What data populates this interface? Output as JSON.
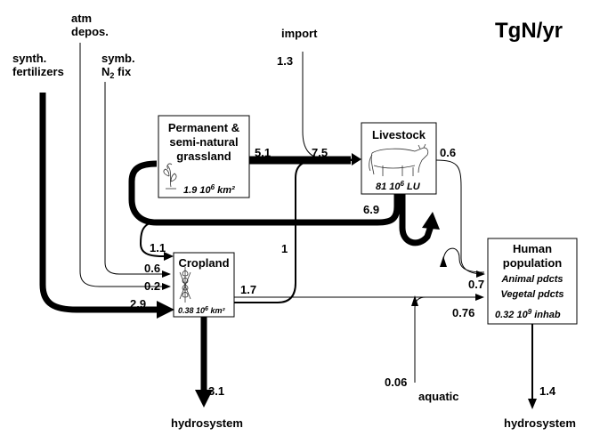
{
  "title_unit": "TgN/yr",
  "inputs": {
    "atm_line1": "atm",
    "atm_line2": "depos.",
    "synth_line1": "synth.",
    "synth_line2": "fertilizers",
    "symb_line1": "symb.",
    "symb_line2": "N",
    "symb_sub": "2",
    "symb_line2_tail": " fix",
    "import": "import"
  },
  "boxes": {
    "grassland": {
      "line1": "Permanent &",
      "line2": "semi-natural",
      "line3": "grassland",
      "area_value": "1.9 10",
      "area_exp": "6",
      "area_unit": " km²"
    },
    "livestock": {
      "title": "Livestock",
      "size_value": "81 10",
      "size_exp": "6",
      "size_unit": " LU"
    },
    "cropland": {
      "title": "Cropland",
      "area_value": "0.38 10",
      "area_exp": "6",
      "area_unit": " km²"
    },
    "human": {
      "line1": "Human",
      "line2": "population",
      "line3": "Animal pdcts",
      "line4": "Vegetal pdcts",
      "pop_value": "0.32 10",
      "pop_exp": "9",
      "pop_unit": " inhab"
    }
  },
  "flows": {
    "import": "1.3",
    "grassland_to_livestock": "5.1",
    "to_livestock_total": "7.5",
    "livestock_to_human": "0.6",
    "livestock_to_grassland": "6.9",
    "to_cropland_loop": "1.1",
    "symb_fix": "0.6",
    "atm_depos": "0.2",
    "fertilizers": "2.9",
    "cropland_to_livestock": "1",
    "cropland_out": "1.7",
    "livestock_manure_to_human": "0.7",
    "cropland_to_human": "0.76",
    "aquatic": "0.06",
    "cropland_hydro": "3.1",
    "human_hydro": "1.4"
  },
  "outputs": {
    "aquatic_label": "aquatic",
    "hydro_left": "hydrosystem",
    "hydro_right": "hydrosystem"
  }
}
